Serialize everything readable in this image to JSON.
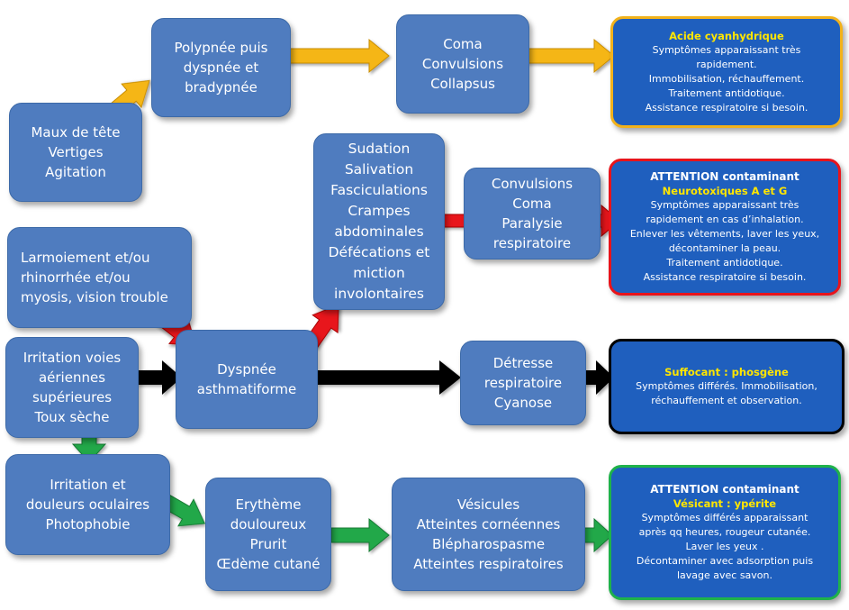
{
  "boxes": {
    "maux": [
      "Maux de tête",
      "Vertiges",
      "Agitation"
    ],
    "polypnee": [
      "Polypnée puis",
      "dyspnée et",
      "bradypnée"
    ],
    "coma1": [
      "Coma",
      "Convulsions",
      "Collapsus"
    ],
    "sudation": [
      "Sudation",
      "Salivation",
      "Fasciculations",
      "Crampes",
      "abdominales",
      "Défécations et",
      "miction",
      "involontaires"
    ],
    "convulsions2": [
      "Convulsions",
      "Coma",
      "Paralysie",
      "respiratoire"
    ],
    "larmoiement": [
      "Larmoiement et/ou",
      "rhinorrhée  et/ou",
      "myosis, vision trouble"
    ],
    "irritation_voies": [
      "Irritation voies",
      "aériennes",
      "supérieures",
      "Toux sèche"
    ],
    "dyspnee": [
      "Dyspnée",
      "asthmatiforme"
    ],
    "detresse": [
      "Détresse",
      "respiratoire",
      "Cyanose"
    ],
    "irritation_oc": [
      "Irritation et",
      "douleurs oculaires",
      "Photophobie"
    ],
    "erytheme": [
      "Erythème",
      "douloureux",
      "Prurit",
      "Œdème cutané"
    ],
    "vesicules": [
      "Vésicules",
      "Atteintes cornéennes",
      "Blépharospasme",
      "Atteintes respiratoires"
    ]
  },
  "results": {
    "acide": {
      "sub": "Acide cyanhydrique",
      "lines": [
        "Symptômes apparaissant très",
        "rapidement.",
        "Immobilisation, réchauffement.",
        "Traitement antidotique.",
        "Assistance respiratoire si besoin."
      ],
      "border": "#f2b21b"
    },
    "neuro": {
      "head": "ATTENTION contaminant",
      "sub": "Neurotoxiques  A et G",
      "lines": [
        "Symptômes apparaissant très",
        "rapidement en cas d’inhalation.",
        "Enlever les vêtements, laver les yeux,",
        "décontaminer la peau.",
        "Traitement antidotique.",
        "Assistance respiratoire si besoin."
      ],
      "border": "#e8141b"
    },
    "suffocant": {
      "sub": "Suffocant : phosgène",
      "lines": [
        "Symptômes différés. Immobilisation,",
        "réchauffement et observation."
      ],
      "border": "#000000"
    },
    "vesicant": {
      "head": "ATTENTION contaminant",
      "sub": "Vésicant : ypérite",
      "lines": [
        "Symptômes différés apparaissant",
        "après qq heures, rougeur cutanée.",
        "Laver les yeux .",
        "Décontaminer avec adsorption puis",
        "lavage avec savon."
      ],
      "border": "#1fb24a"
    }
  },
  "colors": {
    "box_fill": "#4f7cbf",
    "result_fill": "#1f5fbe",
    "arrow_yellow": "#f5b617",
    "arrow_red": "#e8141b",
    "arrow_black": "#000000",
    "arrow_green": "#22a84a"
  }
}
